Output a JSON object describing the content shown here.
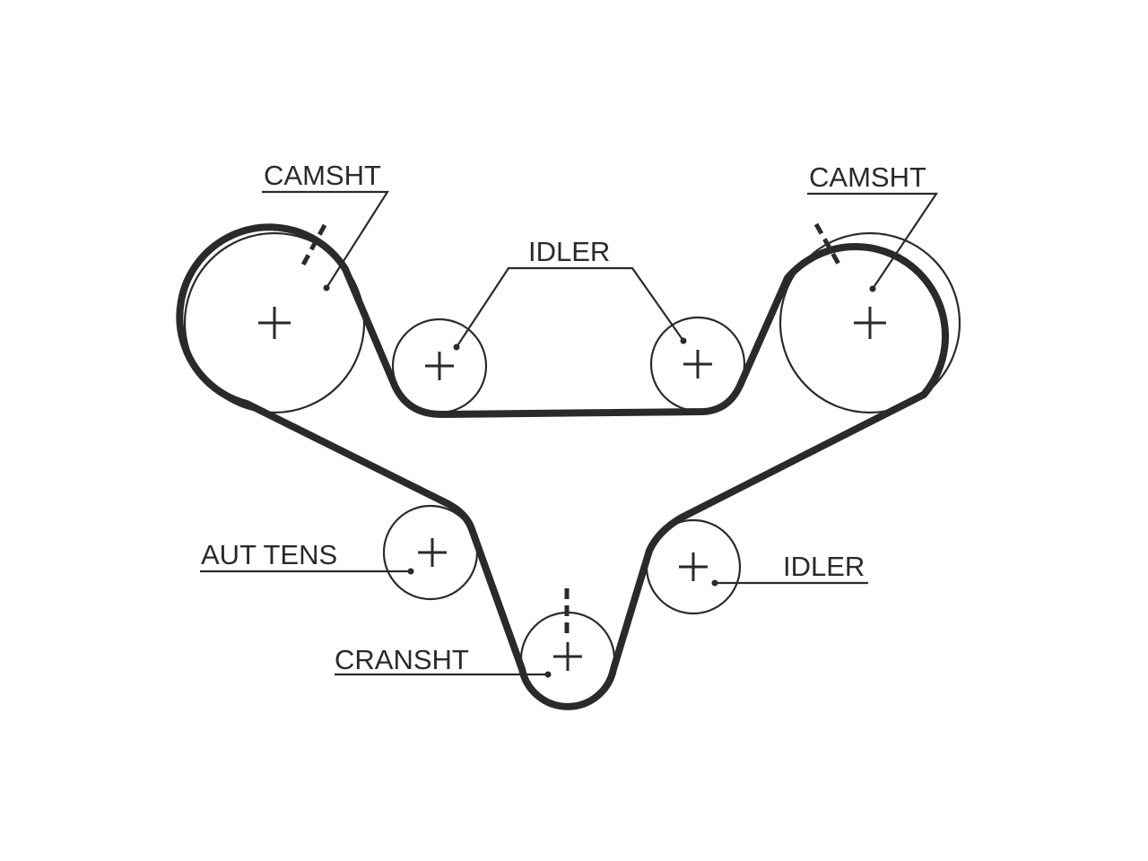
{
  "diagram": {
    "labels": {
      "camshaft_left": "CAMSHT",
      "camshaft_right": "CAMSHT",
      "idler_top": "IDLER",
      "idler_right": "IDLER",
      "auto_tensioner": "AUT TENS",
      "crankshaft": "CRANSHT"
    },
    "colors": {
      "line": "#2a2a2a",
      "background": "#ffffff"
    }
  }
}
